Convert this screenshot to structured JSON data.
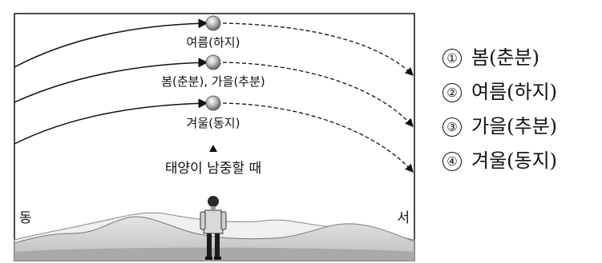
{
  "diagram": {
    "paths": [
      {
        "label": "여름(하지)"
      },
      {
        "label": "봄(춘분), 가을(추분)"
      },
      {
        "label": "겨울(동지)"
      }
    ],
    "culmination_label": "태양이 남중할 때",
    "east_label": "동",
    "west_label": "서"
  },
  "options": [
    {
      "number": "①",
      "text": "봄(춘분)"
    },
    {
      "number": "②",
      "text": "여름(하지)"
    },
    {
      "number": "③",
      "text": "가을(추분)"
    },
    {
      "number": "④",
      "text": "겨울(동지)"
    }
  ]
}
